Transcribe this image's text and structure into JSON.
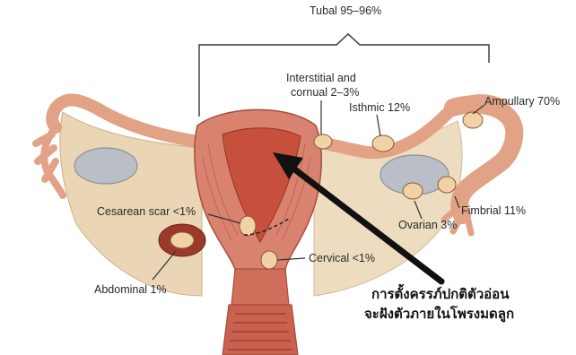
{
  "labels": {
    "tubal": "Tubal 95–96%",
    "interstitial_line1": "Interstitial and",
    "interstitial_line2": "cornual 2–3%",
    "isthmic": "Isthmic 12%",
    "ampullary": "Ampullary 70%",
    "cesarean": "Cesarean scar <1%",
    "abdominal": "Abdominal 1%",
    "cervical": "Cervical <1%",
    "ovarian": "Ovarian 3%",
    "fimbrial": "Fimbrial 11%"
  },
  "annotation": {
    "line1": "การตั้งครรภ์ปกติตัวอ่อน",
    "line2": "จะฝังตัวภายในโพรงมดลูก"
  },
  "colors": {
    "uterus": "#d9826f",
    "uterus_dark": "#b55a48",
    "cavity": "#c7503d",
    "tube": "#e2a285",
    "ovary": "#b9bec7",
    "ligament": "#ead6b4",
    "embryo_sac": "#f1d2a6",
    "arrow": "#111111"
  }
}
